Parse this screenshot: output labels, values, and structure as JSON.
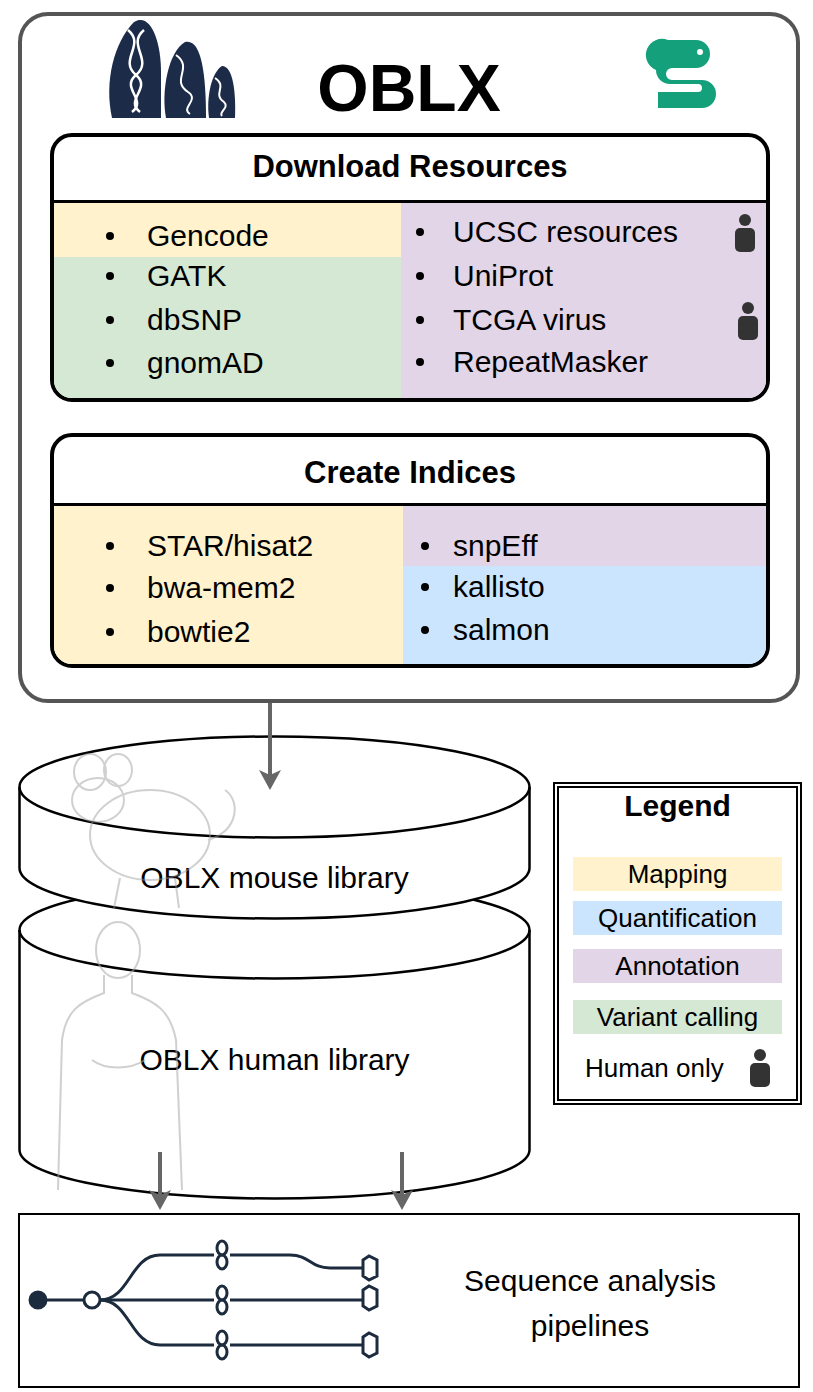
{
  "diagram": {
    "nodes": [
      {
        "text": [
          "OBLX"
        ]
      },
      {
        "text": [
          "Download Resources"
        ],
        "in": 0
      },
      {
        "text": [
          "Gencode"
        ],
        "in": 1
      },
      {
        "text": [
          "GATK",
          "dbSNP",
          "gnomAD"
        ],
        "in": 1
      },
      {
        "text": [
          "UCSC resources",
          "UniProt",
          "TCGA virus",
          "RepeatMasker"
        ],
        "in": 1
      },
      {
        "text": [
          "Create Indices"
        ],
        "in": 0
      },
      {
        "text": [
          "STAR/hisat2",
          "bwa-mem2",
          "bowtie2"
        ],
        "in": 5
      },
      {
        "text": [
          "snpEff"
        ],
        "in": 5
      },
      {
        "text": [
          "kallisto",
          "salmon"
        ],
        "in": 5
      },
      {
        "text": [
          "OBLX mouse library"
        ]
      },
      {
        "text": [
          "OBLX human library"
        ]
      },
      {
        "text": [
          "Sequence analysis pipelines"
        ]
      }
    ],
    "edges": [
      {
        "from": 0,
        "to": 9,
        "arrow": "to"
      },
      {
        "from": 10,
        "to": 11,
        "arrow": "to"
      },
      {
        "from": 10,
        "to": 11,
        "arrow": "to"
      }
    ],
    "labels": [
      "Legend"
    ],
    "legend": [
      {
        "text": "Mapping",
        "color": "#fff2cc"
      },
      {
        "text": "Quantification",
        "color": "#cce5ff"
      },
      {
        "text": "Annotation",
        "color": "#e1d5e7"
      },
      {
        "text": "Variant calling",
        "color": "#d5e8d4"
      },
      {
        "text": "Human only"
      }
    ]
  }
}
